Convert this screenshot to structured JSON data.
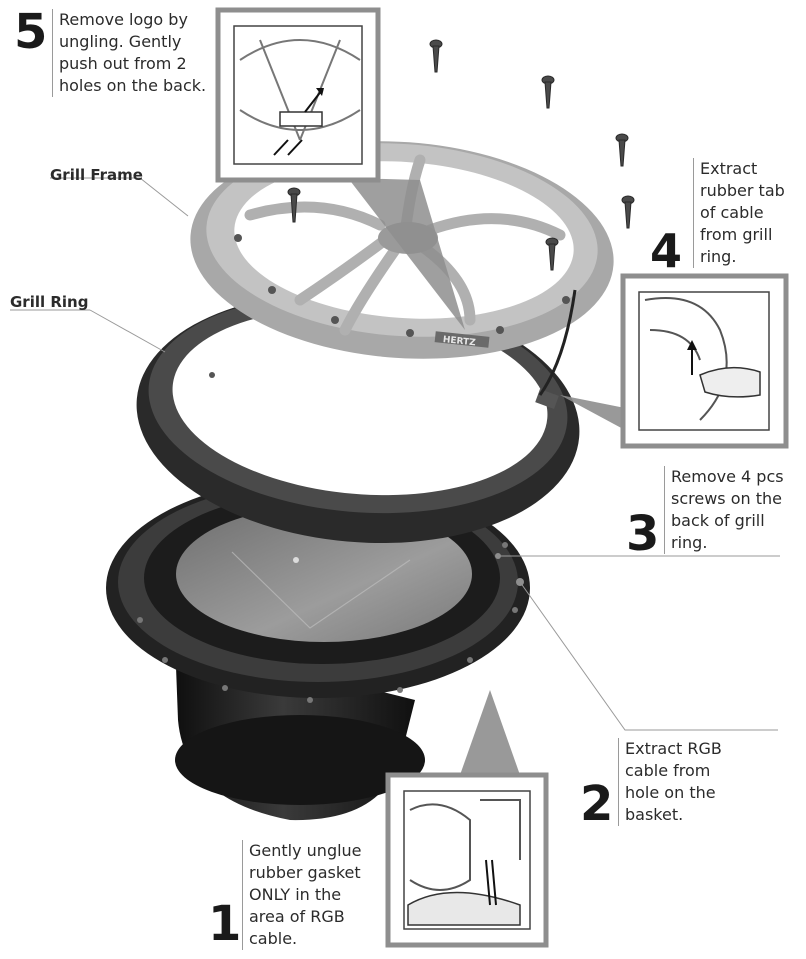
{
  "labels": {
    "grill_frame": "Grill Frame",
    "grill_ring": "Grill Ring",
    "brand_badge": "HERTZ"
  },
  "steps": [
    {
      "number": "5",
      "text": "Remove logo by\nungling. Gently\npush out from 2\nholes on the back."
    },
    {
      "number": "4",
      "text": "Extract\nrubber tab\nof cable\nfrom grill\nring."
    },
    {
      "number": "3",
      "text": "Remove 4 pcs\nscrews on the\nback of grill\nring."
    },
    {
      "number": "2",
      "text": "Extract RGB\ncable from\nhole on the\nbasket."
    },
    {
      "number": "1",
      "text": "Gently unglue\nrubber gasket\nONLY in the\narea of RGB\ncable."
    }
  ],
  "colors": {
    "frame_gray": "#b5b5b5",
    "ring_dark": "#3a3a3a",
    "woofer_dark": "#1e1e1e",
    "cone_gray": "#8a8a8a",
    "leader_gray": "#9a9a9a"
  }
}
